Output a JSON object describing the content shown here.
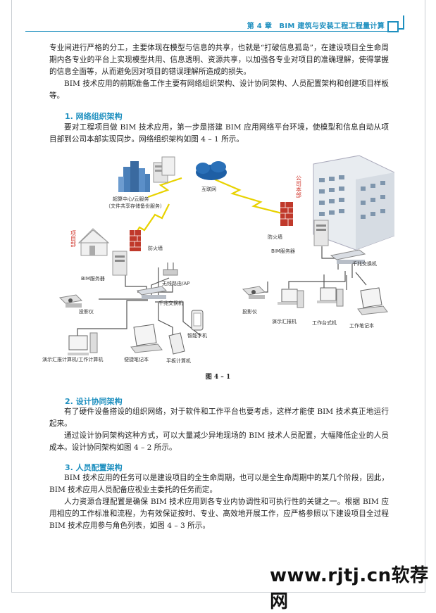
{
  "header": {
    "chapter_title": "第 4 章　BIM 建筑与安装工程工程量计算"
  },
  "paragraphs": {
    "p1": "专业间进行严格的分工，主要体现在模型与信息的共享，也就是“打破信息孤岛”，在建设项目全生命周期内各专业的平台上实现模型共用、信息透明、资源共享，以加强各专业对项目的准确理解，使得掌握的信息全面等，从而避免因对项目的错误理解所造成的损失。",
    "p2": "BIM 技术应用的前期准备工作主要有网络组织架构、设计协同架构、人员配置架构和创建项目样板等。",
    "s1_title": "1. 网络组织架构",
    "s1_p1": "要对工程项目做 BIM 技术应用，第一步是搭建 BIM 应用网络平台环境，使模型和信息自动从项目部到公司本部实现同步。网络组织架构如图 4 – 1 所示。",
    "fig_caption": "图 4 – 1",
    "s2_title": "2. 设计协同架构",
    "s2_p1": "有了硬件设备搭设的组织网络，对于软件和工作平台也要考虑，这样才能使 BIM 技术真正地运行起来。",
    "s2_p2": "通过设计协同架构这种方式，可以大量减少异地现场的 BIM 技术人员配置，大幅降低企业的人员成本。设计协同架构如图 4 – 2 所示。",
    "s3_title": "3. 人员配置架构",
    "s3_p1": "BIM 技术应用的任务可以是建设项目的全生命周期，也可以是全生命周期中的某几个阶段，因此，BIM 技术应用人员配备应视业主委托的任务而定。",
    "s3_p2": "人力资源合理配置是确保 BIM 技术应用到各专业内协调性和可执行性的关键之一。根据 BIM 应用相应的工作标准和流程，为有效保证按时、专业、高效地开展工作，应严格参照以下建设项目全过程 BIM 技术应用参与角色列表，如图 4 – 3 所示。"
  },
  "diagram": {
    "supercomputing": "超算中心/云服务",
    "supercomputing_sub": "（文件共享存储备份服务）",
    "internet": "互联网",
    "company_hq": "公司本部",
    "project_dept": "项目部",
    "firewall_left": "防火墙",
    "firewall_right": "防火墙",
    "bim_server_left": "BIM服务器",
    "bim_server_right": "BIM服务器",
    "wireless_router": "无线路由/AP",
    "switch_left": "千兆交换机",
    "switch_right": "千兆交换机",
    "projector_left": "投影仪",
    "projector_right": "投影仪",
    "smartphone": "智能手机",
    "demo_workstation": "演示汇报计算机/工作计算机",
    "laptop": "便捷笔记本",
    "tablet": "平板计算机",
    "demo_computer": "演示汇报机",
    "desktop": "工作台式机",
    "work_laptop": "工作笔记本"
  },
  "watermark": "www.rjtj.cn软荐网",
  "colors": {
    "accent": "#1d8fbf",
    "firewall": "#c0392b",
    "lightning": "#e8d200"
  }
}
